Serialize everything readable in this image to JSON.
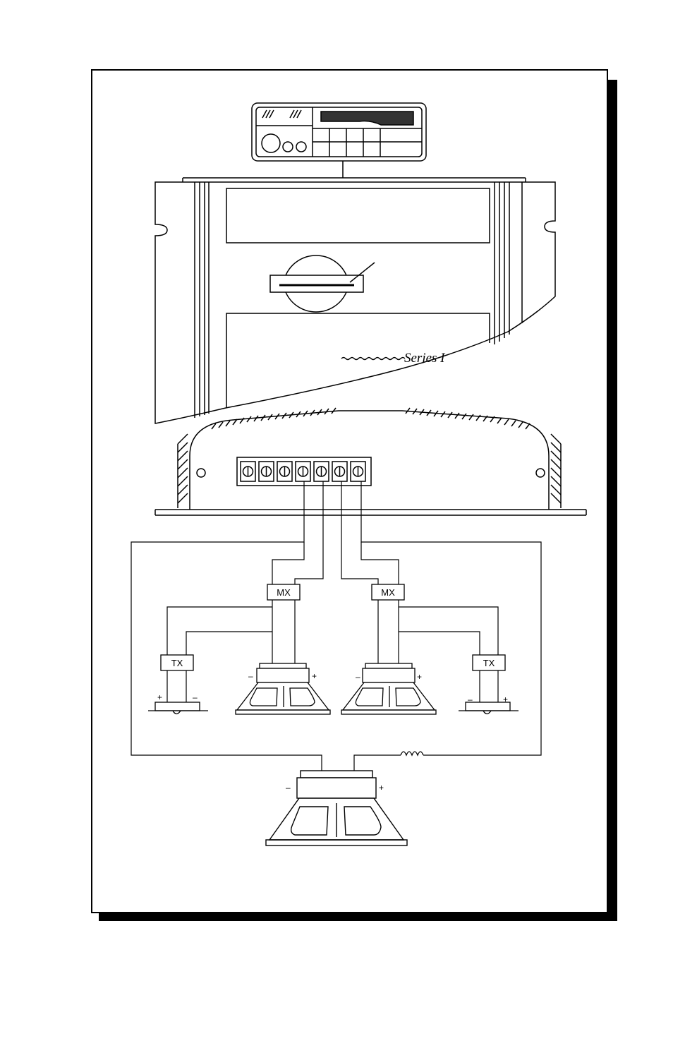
{
  "colors": {
    "ink": "#000000",
    "paper": "#ffffff",
    "shadow": "#000000"
  },
  "amplifier": {
    "brand_series": "Series I",
    "terminal_count": 7
  },
  "labels": {
    "crossover_left": "MX",
    "crossover_right": "MX",
    "tweeter_crossover_left": "TX",
    "tweeter_crossover_right": "TX"
  },
  "polarity": {
    "plus": "+",
    "minus": "–"
  },
  "icons": {
    "head_unit": "car-stereo-icon",
    "amplifier": "amplifier-icon",
    "woofer": "speaker-icon",
    "tweeter": "tweeter-icon",
    "inductor": "coil-icon"
  }
}
